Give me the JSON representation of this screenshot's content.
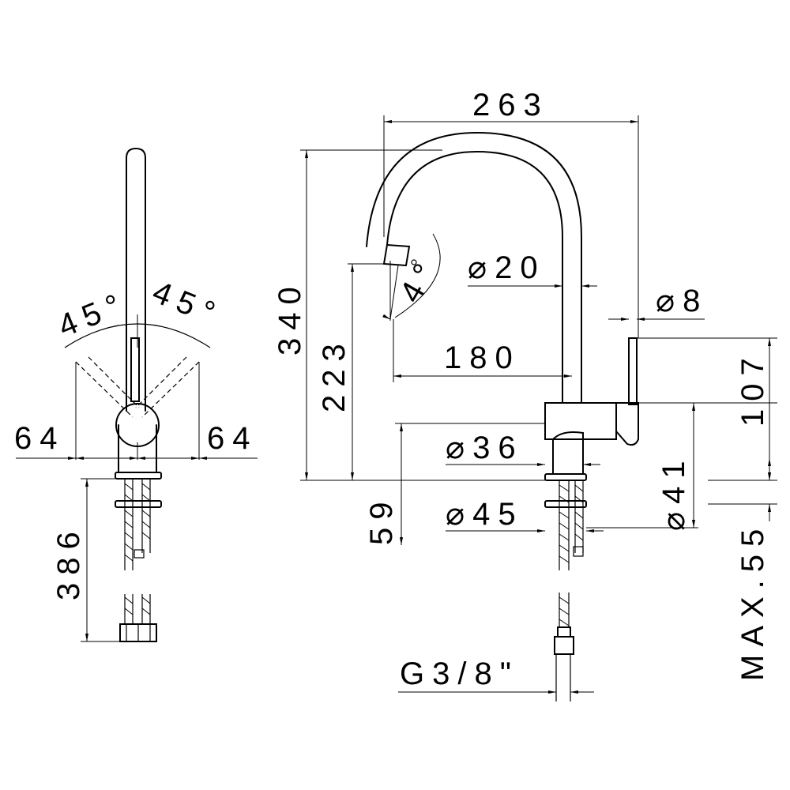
{
  "dimensions": {
    "width_total": "263",
    "height_total": "340",
    "spout_height": "223",
    "spout_reach": "180",
    "spout_diameter": "⌀20",
    "lever_diameter": "⌀8",
    "spout_angle": "4°",
    "lever_height": "107",
    "body_diameter": "⌀36",
    "base_diameter": "⌀45",
    "body_height": "59",
    "shank_diameter": "⌀41",
    "max_thickness": "MAX.55",
    "hose_length": "386",
    "connection": "G3/8\"",
    "left_swing": "64",
    "right_swing": "64",
    "left_angle": "45°",
    "right_angle": "45°"
  }
}
